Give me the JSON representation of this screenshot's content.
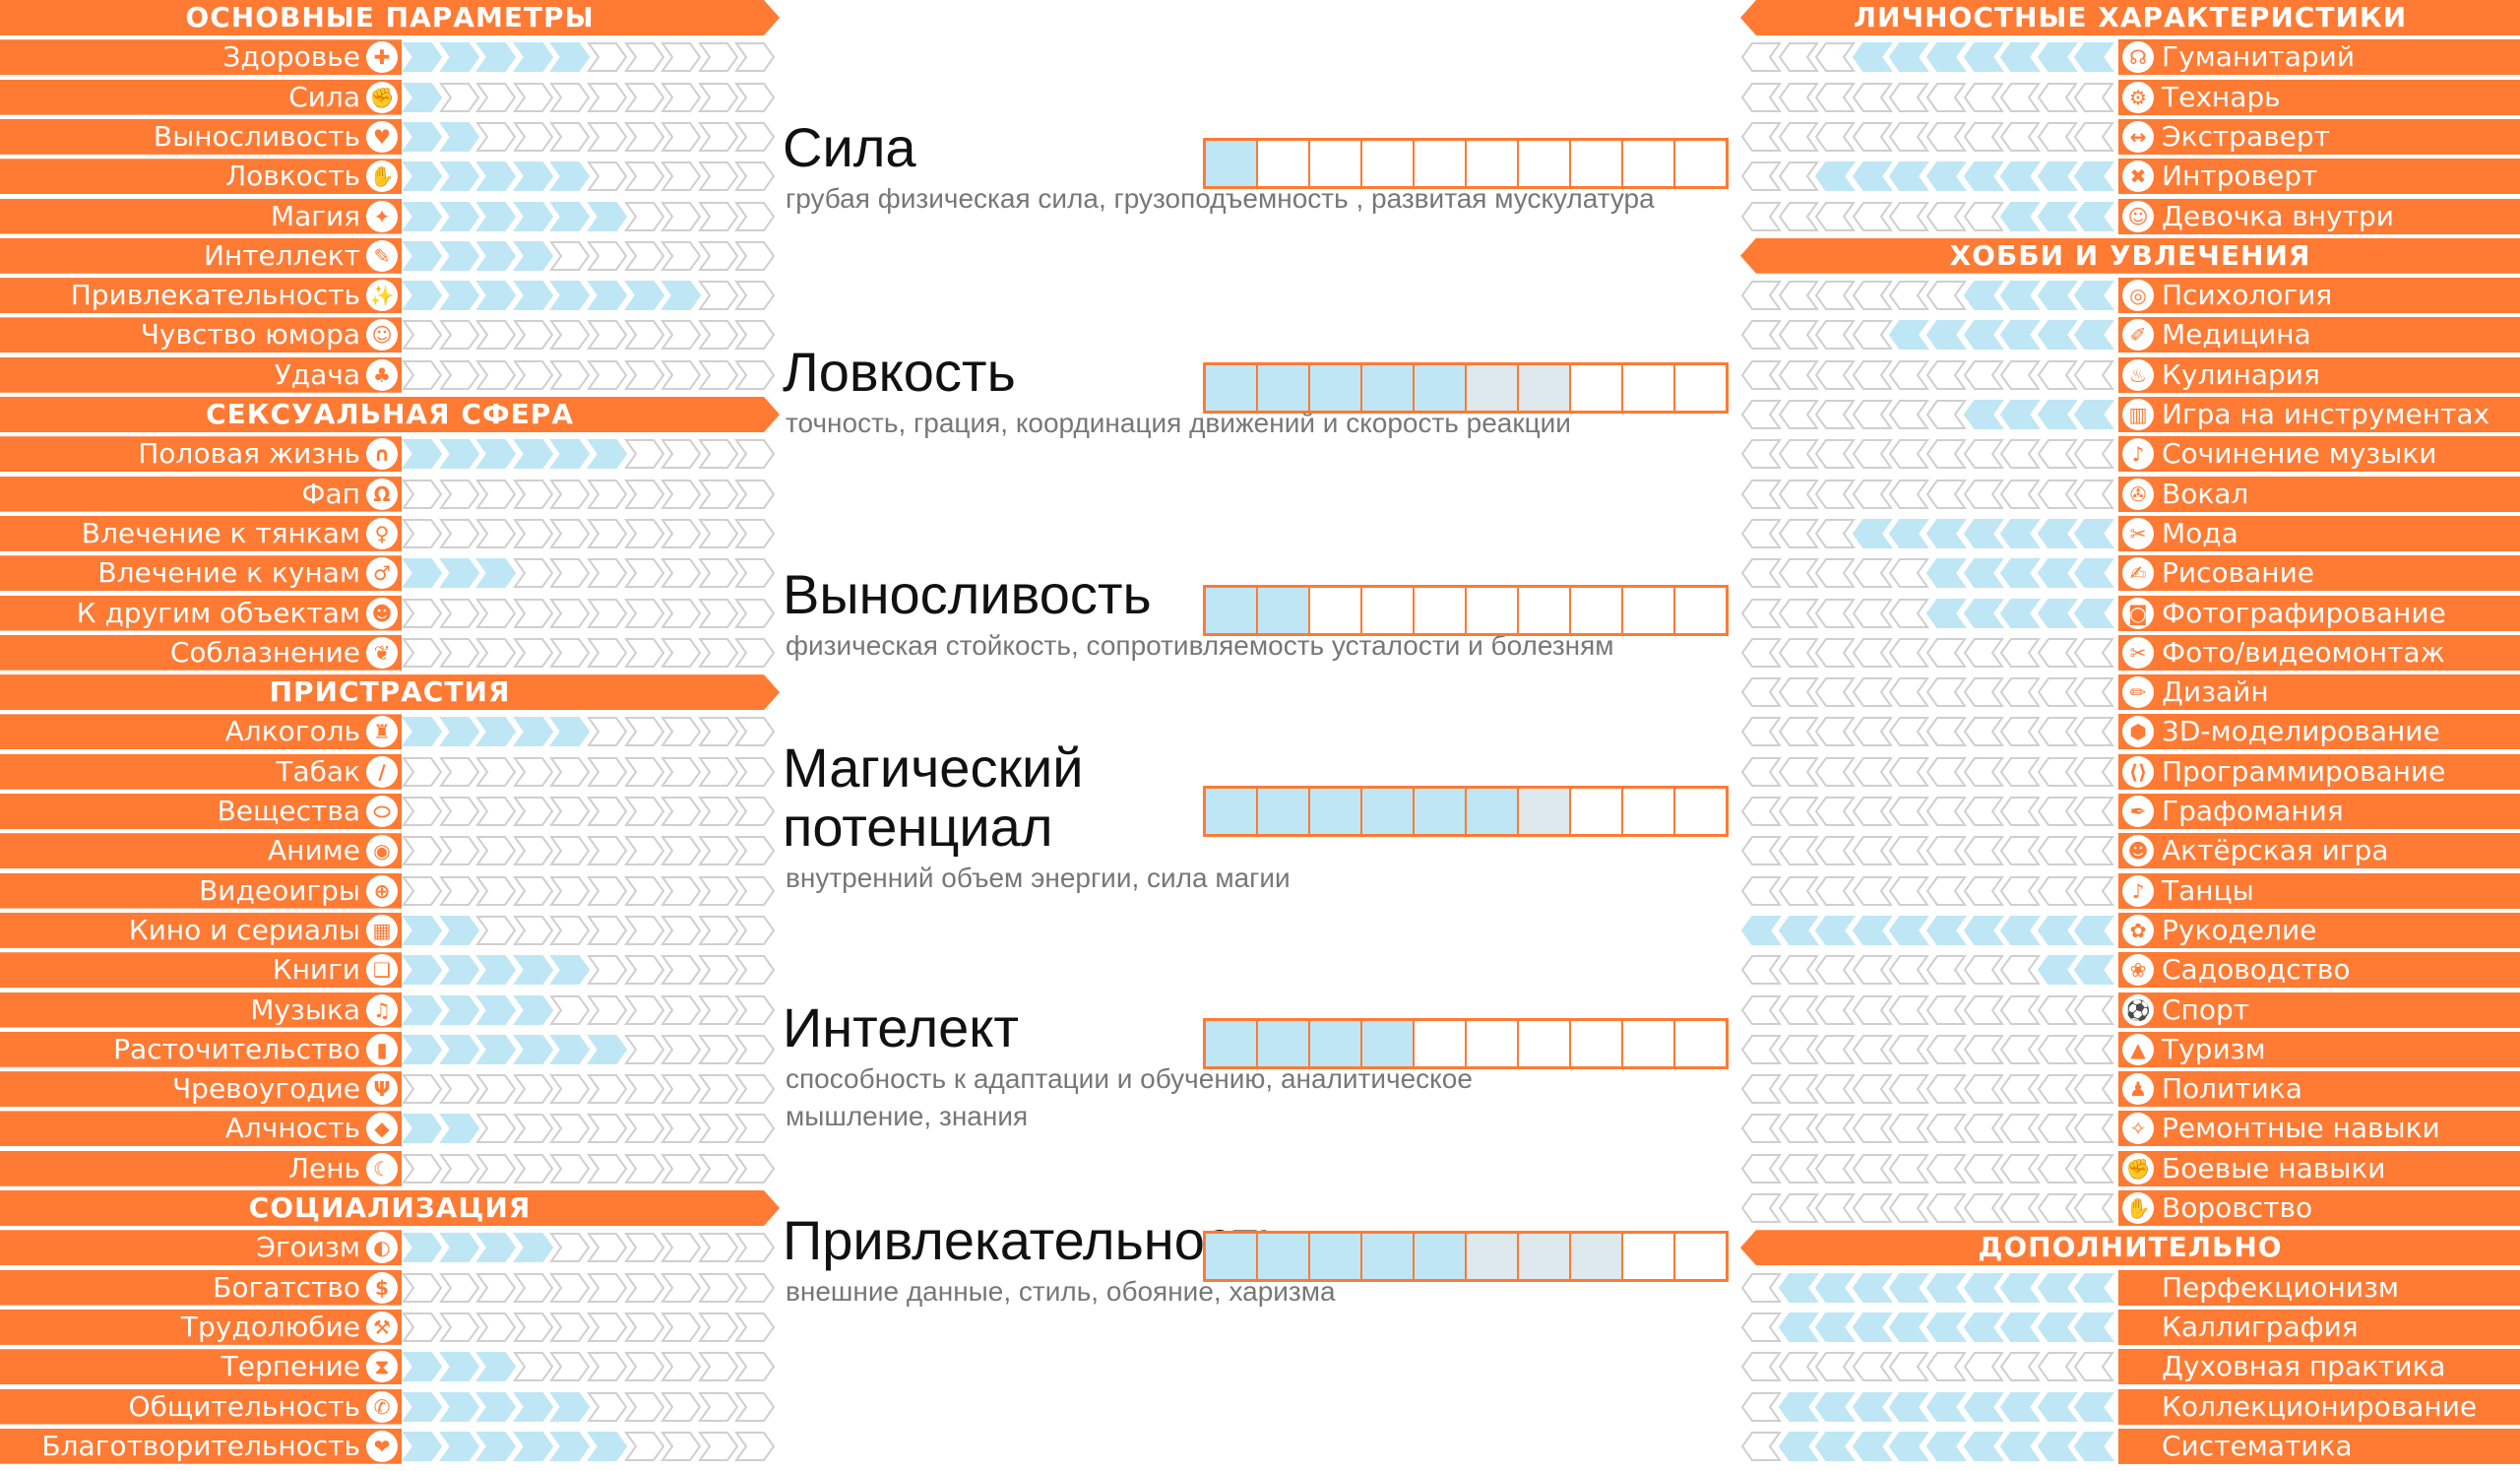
{
  "left": [
    {
      "type": "header",
      "label": "ОСНОВНЫЕ ПАРАМЕТРЫ"
    },
    {
      "type": "row",
      "label": "Здоровье",
      "icon": "✚",
      "icon_name": "health-cross-icon",
      "level": 5
    },
    {
      "type": "row",
      "label": "Сила",
      "icon": "✊",
      "icon_name": "strength-fist-icon",
      "level": 1
    },
    {
      "type": "row",
      "label": "Выносливость",
      "icon": "♥",
      "icon_name": "heart-pulse-icon",
      "level": 2
    },
    {
      "type": "row",
      "label": "Ловкость",
      "icon": "✋",
      "icon_name": "hand-icon",
      "level": 5
    },
    {
      "type": "row",
      "label": "Магия",
      "icon": "✦",
      "icon_name": "magic-icon",
      "level": 6
    },
    {
      "type": "row",
      "label": "Интеллект",
      "icon": "✎",
      "icon_name": "brain-icon",
      "level": 4
    },
    {
      "type": "row",
      "label": "Привлекательность",
      "icon": "✨",
      "icon_name": "mirror-icon",
      "level": 8
    },
    {
      "type": "row",
      "label": "Чувство юмора",
      "icon": "☺",
      "icon_name": "smile-icon",
      "level": 0
    },
    {
      "type": "row",
      "label": "Удача",
      "icon": "♣",
      "icon_name": "clover-icon",
      "level": 0
    },
    {
      "type": "header",
      "label": "СЕКСУАЛЬНАЯ СФЕРА"
    },
    {
      "type": "row",
      "label": "Половая жизнь",
      "icon": "∩",
      "icon_name": "sex-life-icon",
      "level": 6
    },
    {
      "type": "row",
      "label": "Фап",
      "icon": "Ω",
      "icon_name": "fap-icon",
      "level": 0
    },
    {
      "type": "row",
      "label": "Влечение к тянкам",
      "icon": "♀",
      "icon_name": "female-icon",
      "level": 0
    },
    {
      "type": "row",
      "label": "Влечение к кунам",
      "icon": "♂",
      "icon_name": "male-icon",
      "level": 3
    },
    {
      "type": "row",
      "label": "К другим объектам",
      "icon": "☻",
      "icon_name": "alien-icon",
      "level": 0
    },
    {
      "type": "row",
      "label": "Соблазнение",
      "icon": "❦",
      "icon_name": "seduction-lock-icon",
      "level": 0
    },
    {
      "type": "header",
      "label": "ПРИСТРАСТИЯ"
    },
    {
      "type": "row",
      "label": "Алкоголь",
      "icon": "♜",
      "icon_name": "beer-icon",
      "level": 5
    },
    {
      "type": "row",
      "label": "Табак",
      "icon": "∕",
      "icon_name": "cigarette-icon",
      "level": 0
    },
    {
      "type": "row",
      "label": "Вещества",
      "icon": "⬭",
      "icon_name": "pill-icon",
      "level": 0
    },
    {
      "type": "row",
      "label": "Аниме",
      "icon": "◉",
      "icon_name": "anime-face-icon",
      "level": 0
    },
    {
      "type": "row",
      "label": "Видеоигры",
      "icon": "⊕",
      "icon_name": "gamepad-icon",
      "level": 0
    },
    {
      "type": "row",
      "label": "Кино и сериалы",
      "icon": "▦",
      "icon_name": "film-icon",
      "level": 2
    },
    {
      "type": "row",
      "label": "Книги",
      "icon": "❑",
      "icon_name": "book-icon",
      "level": 5
    },
    {
      "type": "row",
      "label": "Музыка",
      "icon": "♫",
      "icon_name": "headphones-icon",
      "level": 4
    },
    {
      "type": "row",
      "label": "Расточительство",
      "icon": "▮",
      "icon_name": "shopping-bag-icon",
      "level": 6
    },
    {
      "type": "row",
      "label": "Чревоугодие",
      "icon": "Ψ",
      "icon_name": "fork-icon",
      "level": 0
    },
    {
      "type": "row",
      "label": "Алчность",
      "icon": "◆",
      "icon_name": "greed-icon",
      "level": 2
    },
    {
      "type": "row",
      "label": "Лень",
      "icon": "☾",
      "icon_name": "sloth-icon",
      "level": 0
    },
    {
      "type": "header",
      "label": "СОЦИАЛИЗАЦИЯ"
    },
    {
      "type": "row",
      "label": "Эгоизм",
      "icon": "◐",
      "icon_name": "mirror-ego-icon",
      "level": 4
    },
    {
      "type": "row",
      "label": "Богатство",
      "icon": "$",
      "icon_name": "money-icon",
      "level": 0
    },
    {
      "type": "row",
      "label": "Трудолюбие",
      "icon": "⚒",
      "icon_name": "tools-icon",
      "level": 0
    },
    {
      "type": "row",
      "label": "Терпение",
      "icon": "⧗",
      "icon_name": "hourglass-icon",
      "level": 3
    },
    {
      "type": "row",
      "label": "Общительность",
      "icon": "✆",
      "icon_name": "chat-icon",
      "level": 5
    },
    {
      "type": "row",
      "label": "Благотворительность",
      "icon": "❤",
      "icon_name": "charity-icon",
      "level": 6
    }
  ],
  "right": [
    {
      "type": "header",
      "label": "ЛИЧНОСТНЫЕ ХАРАКТЕРИСТИКИ"
    },
    {
      "type": "row",
      "label": "Гуманитарий",
      "icon": "☊",
      "icon_name": "humanities-head-icon",
      "level": 7
    },
    {
      "type": "row",
      "label": "Технарь",
      "icon": "⚙",
      "icon_name": "tech-head-icon",
      "level": 0
    },
    {
      "type": "row",
      "label": "Экстраверт",
      "icon": "↔",
      "icon_name": "extrovert-icon",
      "level": 0
    },
    {
      "type": "row",
      "label": "Интроверт",
      "icon": "✖",
      "icon_name": "introvert-icon",
      "level": 8
    },
    {
      "type": "row",
      "label": "Девочка внутри",
      "icon": "☺",
      "icon_name": "girl-inside-icon",
      "level": 3
    },
    {
      "type": "header",
      "label": "ХОББИ И УВЛЕЧЕНИЯ"
    },
    {
      "type": "row",
      "label": "Психология",
      "icon": "◎",
      "icon_name": "psychology-icon",
      "level": 4
    },
    {
      "type": "row",
      "label": "Медицина",
      "icon": "✐",
      "icon_name": "syringe-icon",
      "level": 6
    },
    {
      "type": "row",
      "label": "Кулинария",
      "icon": "♨",
      "icon_name": "chef-hat-icon",
      "level": 0
    },
    {
      "type": "row",
      "label": "Игра на инструментах",
      "icon": "▥",
      "icon_name": "piano-icon",
      "level": 4
    },
    {
      "type": "row",
      "label": "Сочинение музыки",
      "icon": "♪",
      "icon_name": "treble-clef-icon",
      "level": 0
    },
    {
      "type": "row",
      "label": "Вокал",
      "icon": "✇",
      "icon_name": "microphone-icon",
      "level": 0
    },
    {
      "type": "row",
      "label": "Мода",
      "icon": "✂",
      "icon_name": "fashion-icon",
      "level": 7
    },
    {
      "type": "row",
      "label": "Рисование",
      "icon": "✍",
      "icon_name": "palette-icon",
      "level": 5
    },
    {
      "type": "row",
      "label": "Фотографирование",
      "icon": "◙",
      "icon_name": "camera-icon",
      "level": 5
    },
    {
      "type": "row",
      "label": "Фото/видеомонтаж",
      "icon": "✂",
      "icon_name": "scissors-icon",
      "level": 0
    },
    {
      "type": "row",
      "label": "Дизайн",
      "icon": "✏",
      "icon_name": "design-icon",
      "level": 0
    },
    {
      "type": "row",
      "label": "3D-моделирование",
      "icon": "⬢",
      "icon_name": "cube-icon",
      "level": 0
    },
    {
      "type": "row",
      "label": "Программирование",
      "icon": "⟨⟩",
      "icon_name": "code-icon",
      "level": 0
    },
    {
      "type": "row",
      "label": "Графомания",
      "icon": "✒",
      "icon_name": "quill-icon",
      "level": 0
    },
    {
      "type": "row",
      "label": "Актёрская игра",
      "icon": "☻",
      "icon_name": "theatre-mask-icon",
      "level": 0
    },
    {
      "type": "row",
      "label": "Танцы",
      "icon": "♪",
      "icon_name": "dance-icon",
      "level": 0
    },
    {
      "type": "row",
      "label": "Рукоделие",
      "icon": "✿",
      "icon_name": "yarn-icon",
      "level": 10
    },
    {
      "type": "row",
      "label": "Садоводство",
      "icon": "❀",
      "icon_name": "gardening-icon",
      "level": 2
    },
    {
      "type": "row",
      "label": "Спорт",
      "icon": "⚽",
      "icon_name": "ball-icon",
      "level": 0
    },
    {
      "type": "row",
      "label": "Туризм",
      "icon": "▲",
      "icon_name": "tower-icon",
      "level": 0
    },
    {
      "type": "row",
      "label": "Политика",
      "icon": "♟",
      "icon_name": "politics-icon",
      "level": 0
    },
    {
      "type": "row",
      "label": "Ремонтные навыки",
      "icon": "✧",
      "icon_name": "wrench-icon",
      "level": 0
    },
    {
      "type": "row",
      "label": "Боевые навыки",
      "icon": "✊",
      "icon_name": "combat-fist-icon",
      "level": 0
    },
    {
      "type": "row",
      "label": "Воровство",
      "icon": "✋",
      "icon_name": "theft-hand-icon",
      "level": 0
    },
    {
      "type": "header",
      "label": "ДОПОЛНИТЕЛЬНО"
    },
    {
      "type": "row",
      "label": "Перфекционизм",
      "icon": "",
      "icon_name": "none",
      "level": 9
    },
    {
      "type": "row",
      "label": "Каллиграфия",
      "icon": "",
      "icon_name": "none",
      "level": 9
    },
    {
      "type": "row",
      "label": "Духовная практика",
      "icon": "",
      "icon_name": "none",
      "level": 0
    },
    {
      "type": "row",
      "label": "Коллекционирование",
      "icon": "",
      "icon_name": "none",
      "level": 9
    },
    {
      "type": "row",
      "label": "Систематика",
      "icon": "",
      "icon_name": "none",
      "level": 9
    }
  ],
  "details": [
    {
      "title": "Сила",
      "desc": [
        "грубая физическая сила, грузоподъемность , развитая мускулатура"
      ],
      "full": 1,
      "half": 0
    },
    {
      "title": "Ловкость",
      "desc": [
        "точность, грация, координация движений и скорость реакции"
      ],
      "full": 5,
      "half": 2
    },
    {
      "title": "Выносливость",
      "desc": [
        "физическая стойкость, сопротивляемость усталости и болезням"
      ],
      "full": 2,
      "half": 0
    },
    {
      "title": "Магический\nпотенциал",
      "desc": [
        "внутренний объем энергии, сила магии"
      ],
      "full": 6,
      "half": 1
    },
    {
      "title": "Интелект",
      "desc": [
        "способность к  адаптации и обучению, аналитическое",
        "мышление, знания"
      ],
      "full": 4,
      "half": 0
    },
    {
      "title": "Привлекательность",
      "desc": [
        "внешние данные, стиль, обояние, харизма"
      ],
      "full": 5,
      "half": 3
    }
  ],
  "colors": {
    "accent": "#ff7a33",
    "fill": "#bfe6f5",
    "fill_half": "#dde9ec",
    "chevron_stroke": "#cfcfcf"
  }
}
